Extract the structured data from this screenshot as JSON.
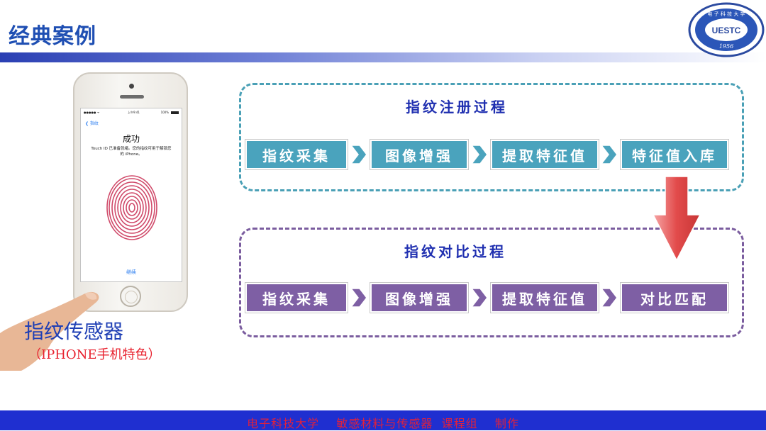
{
  "header": {
    "title": "经典案例"
  },
  "logo": {
    "abbr": "UESTC",
    "year": "1956",
    "arc_text": "电 子 科 技 大 学"
  },
  "phone": {
    "status_left": "●●●●● ᯤ",
    "status_time": "上午9:41",
    "status_right": "100%",
    "back_label": "❮ 指纹",
    "screen_title": "成功",
    "screen_desc": "Touch ID 已准备就绪。您的指纹可用于解锁您的 iPhone。",
    "continue_label": "继续"
  },
  "sensor": {
    "name": "指纹传感器",
    "subtitle": "（IPHONE手机特色）"
  },
  "registration": {
    "title": "指纹注册过程",
    "steps": [
      "指纹采集",
      "图像增强",
      "提取特征值",
      "特征值入库"
    ]
  },
  "comparison": {
    "title": "指纹对比过程",
    "steps": [
      "指纹采集",
      "图像增强",
      "提取特征值",
      "对比匹配"
    ]
  },
  "colors": {
    "teal": "#4aa3bd",
    "purple": "#7e5fa4",
    "accent_blue": "#1f2fd0",
    "arrow_red": "#e05a5a"
  },
  "footer": {
    "text": "电子科技大学    敏感材料与传感器  课程组    制作"
  }
}
